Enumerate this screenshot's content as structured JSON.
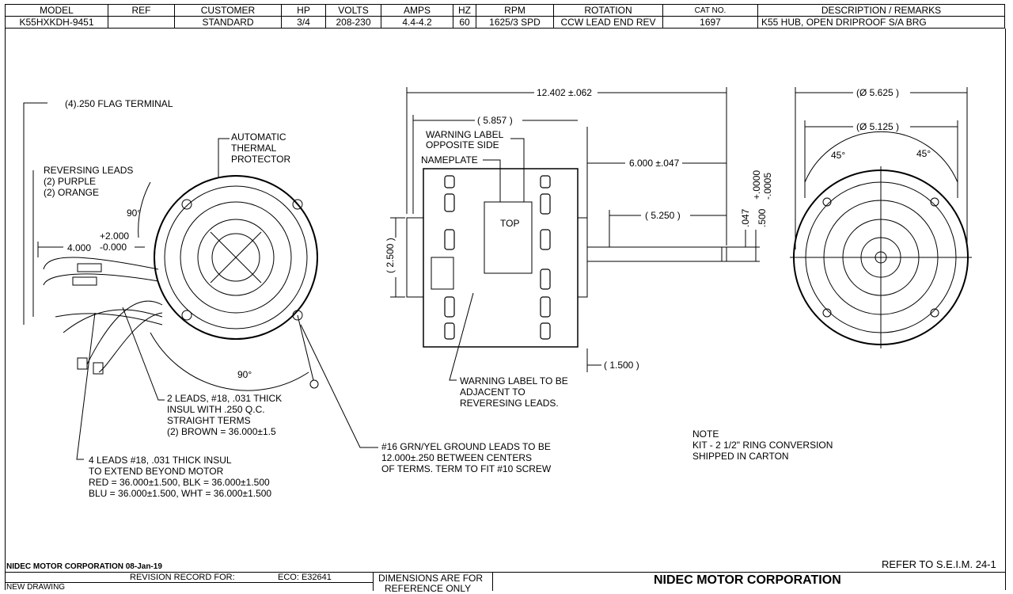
{
  "header": {
    "columns": [
      "MODEL",
      "REF",
      "CUSTOMER",
      "HP",
      "VOLTS",
      "AMPS",
      "HZ",
      "RPM",
      "ROTATION",
      "CAT NO.",
      "DESCRIPTION / REMARKS"
    ],
    "values": [
      "K55HXKDH-9451",
      "",
      "STANDARD",
      "3/4",
      "208-230",
      "4.4-4.2",
      "60",
      "1625/3 SPD",
      "CCW LEAD END REV",
      "1697",
      "K55 HUB, OPEN DRIPROOF S/A BRG"
    ]
  },
  "drawing": {
    "left": {
      "flag": "(4).250 FLAG TERMINAL",
      "thermal": [
        "AUTOMATIC",
        "THERMAL",
        "PROTECTOR"
      ],
      "reversing": [
        "REVERSING LEADS",
        "(2) PURPLE",
        "(2) ORANGE"
      ],
      "angle_top": "90°",
      "angle_bottom": "90°",
      "dim": "4.000",
      "tol_plus": "+2.000",
      "tol_minus": "-0.000",
      "leads2": [
        "2 LEADS, #18, .031 THICK",
        "INSUL WITH .250 Q.C.",
        "STRAIGHT TERMS",
        "(2) BROWN = 36.000±1.5"
      ],
      "leads4": [
        "4 LEADS #18, .031 THICK INSUL",
        "TO EXTEND BEYOND MOTOR",
        "RED = 36.000±1.500, BLK = 36.000±1.500",
        "BLU = 36.000±1.500, WHT = 36.000±1.500"
      ],
      "ground": [
        "#16 GRN/YEL GROUND LEADS TO BE",
        "12.000±.250 BETWEEN CENTERS",
        "OF TERMS.  TERM TO FIT #10 SCREW"
      ]
    },
    "side": {
      "overall": "12.402 ±.062",
      "d5857": "( 5.857 )",
      "warning": [
        "WARNING LABEL",
        "OPPOSITE SIDE"
      ],
      "nameplate": "NAMEPLATE",
      "top": "TOP",
      "d6000": "6.000 ±.047",
      "d5250": "( 5.250 )",
      "d2500": "( 2.500 )",
      "d047": ".047",
      "d500": ".500",
      "tol500_plus": "+.0000",
      "tol500_minus": "-.0005",
      "d1500": "( 1.500 )",
      "warning_adj": [
        "WARNING LABEL TO BE",
        "ADJACENT TO",
        "REVERESING LEADS."
      ]
    },
    "end": {
      "d5625": "(Ø 5.625 )",
      "d5125": "(Ø 5.125 )",
      "a1": "45°",
      "a2": "45°"
    },
    "note": [
      "NOTE",
      "KIT - 2 1/2\" RING CONVERSION",
      "SHIPPED IN CARTON"
    ]
  },
  "footer": {
    "corp_date": "NIDEC MOTOR CORPORATION 08-Jan-19",
    "refer": "REFER TO S.E.I.M. 24-1",
    "revision": "REVISION RECORD FOR:",
    "eco": "ECO: E32641",
    "new": "NEW DRAWING",
    "dims": "DIMENSIONS ARE FOR",
    "dims2": "REFERENCE ONLY",
    "company": "NIDEC MOTOR CORPORATION"
  }
}
